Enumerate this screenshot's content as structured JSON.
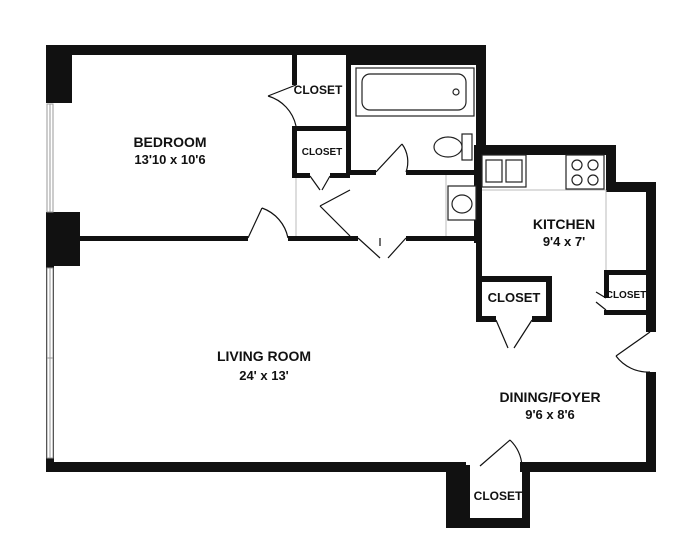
{
  "rooms": {
    "bedroom": {
      "name": "BEDROOM",
      "dims": "13'10 x 10'6"
    },
    "living": {
      "name": "LIVING ROOM",
      "dims": "24' x 13'"
    },
    "kitchen": {
      "name": "KITCHEN",
      "dims": "9'4 x 7'"
    },
    "dining": {
      "name": "DINING/FOYER",
      "dims": "9'6 x 8'6"
    }
  },
  "closets": {
    "bedroom_top": "CLOSET",
    "bedroom_lower": "CLOSET",
    "kitchen_left": "CLOSET",
    "kitchen_right": "CLOSET",
    "entry": "CLOSET"
  }
}
